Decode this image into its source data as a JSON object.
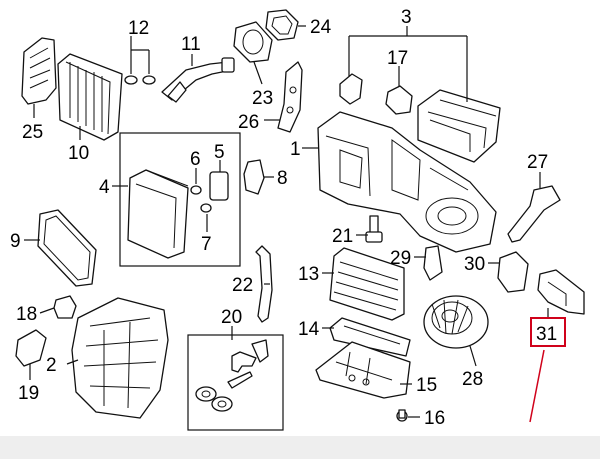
{
  "diagram": {
    "callouts": [
      "1",
      "2",
      "3",
      "4",
      "5",
      "6",
      "7",
      "8",
      "9",
      "10",
      "11",
      "12",
      "13",
      "14",
      "15",
      "16",
      "17",
      "18",
      "19",
      "20",
      "21",
      "22",
      "23",
      "24",
      "25",
      "26",
      "27",
      "28",
      "29",
      "30",
      "31"
    ],
    "highlight_color": "#d0021b",
    "background_color": "#eeeeee"
  }
}
